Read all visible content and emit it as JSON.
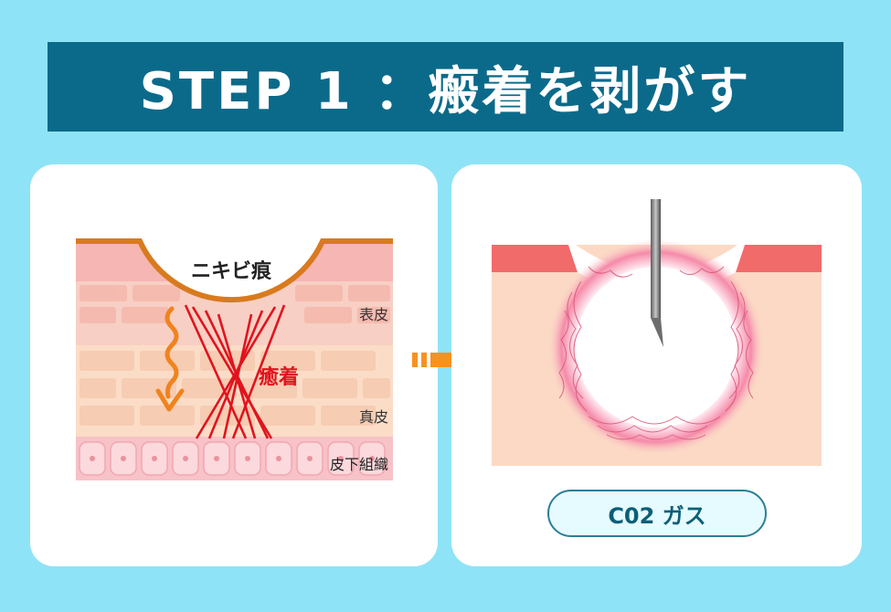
{
  "header": {
    "title": "STEP 1 ：瘢着を剥がす"
  },
  "left_panel": {
    "scar_label": "ニキビ痕",
    "adhesion_label": "癒着",
    "layers": {
      "epidermis": "表皮",
      "dermis": "真皮",
      "subcutis": "皮下組織"
    }
  },
  "right_panel": {
    "gas_label": "C02 ガス"
  },
  "colors": {
    "background": "#8fe3f7",
    "banner": "#0b6a8a",
    "adhesion_red": "#e0141e",
    "scar_outline": "#d97a1f",
    "arrow_orange": "#f7921e",
    "glow_pink": "#e84a7a"
  },
  "icons": [
    "wavy-arrow-icon",
    "right-arrow-icon",
    "needle-icon"
  ]
}
